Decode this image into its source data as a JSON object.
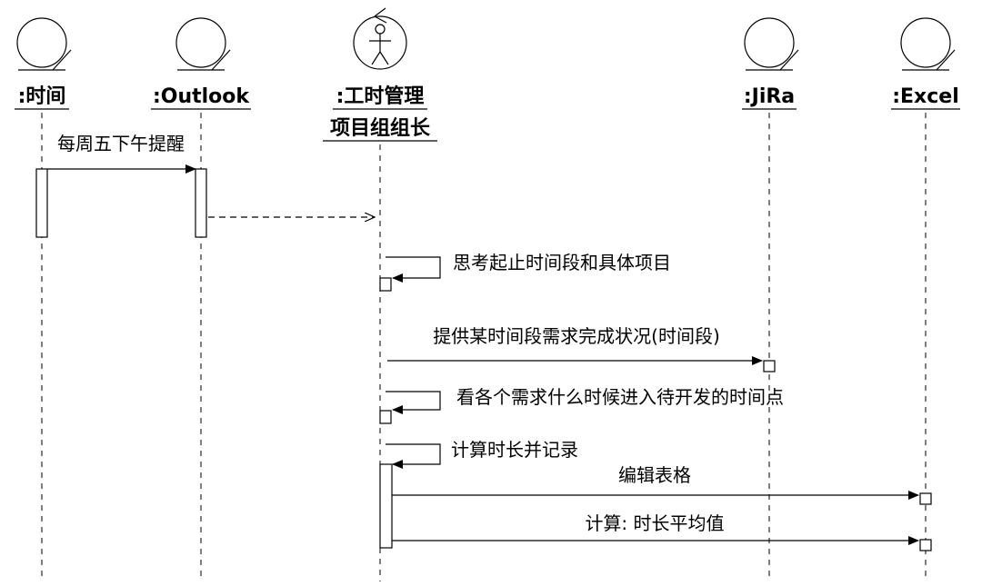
{
  "objects": [
    {
      "id": "time",
      "name": ":时间",
      "icon": "entity-icon"
    },
    {
      "id": "outlook",
      "name": ":Outlook",
      "icon": "entity-icon"
    },
    {
      "id": "pm",
      "name_lines": [
        ":工时管理",
        "项目组组长"
      ],
      "icon": "actor-icon"
    },
    {
      "id": "jira",
      "name": ":JiRa",
      "icon": "entity-icon"
    },
    {
      "id": "excel",
      "name": ":Excel",
      "icon": "entity-icon"
    }
  ],
  "messages": [
    {
      "id": "m1",
      "label": "每周五下午提醒",
      "from": "time",
      "to": "outlook",
      "kind": "sync"
    },
    {
      "id": "m2",
      "label": "",
      "from": "outlook",
      "to": "pm",
      "kind": "return"
    },
    {
      "id": "m3",
      "label": "思考起止时间段和具体项目",
      "from": "pm",
      "to": "pm",
      "kind": "self"
    },
    {
      "id": "m4",
      "label": "提供某时间段需求完成状况(时间段)",
      "from": "pm",
      "to": "jira",
      "kind": "sync"
    },
    {
      "id": "m5",
      "label": "看各个需求什么时候进入待开发的时间点",
      "from": "pm",
      "to": "pm",
      "kind": "self"
    },
    {
      "id": "m6",
      "label": "计算时长并记录",
      "from": "pm",
      "to": "pm",
      "kind": "self"
    },
    {
      "id": "m7",
      "label": "编辑表格",
      "from": "pm",
      "to": "excel",
      "kind": "sync"
    },
    {
      "id": "m8",
      "label": "计算: 时长平均值",
      "from": "pm",
      "to": "excel",
      "kind": "sync"
    }
  ],
  "colors": {
    "stroke": "#000000",
    "background": "#ffffff"
  }
}
